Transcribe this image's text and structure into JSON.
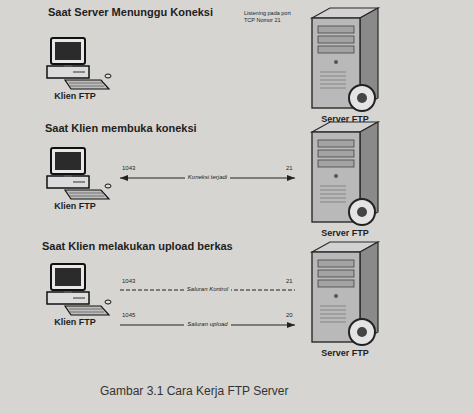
{
  "diagram": {
    "caption": "Gambar 3.1 Cara Kerja FTP Server",
    "nodes": [
      {
        "text": [
          "Klien FTP"
        ]
      },
      {
        "text": [
          "Server FTP"
        ]
      },
      {
        "text": [
          "Klien FTP"
        ]
      },
      {
        "text": [
          "Server FTP"
        ]
      },
      {
        "text": [
          "Klien FTP"
        ]
      },
      {
        "text": [
          "Server FTP"
        ]
      }
    ],
    "edges": [
      {
        "from": 2,
        "to": 3,
        "label": "Koneksi terjadi",
        "arrow": "both"
      },
      {
        "from": 4,
        "to": 5,
        "label": "Saluran Kontrol",
        "arrow": "none"
      },
      {
        "from": 4,
        "to": 5,
        "label": "Saluran upload",
        "arrow": "to"
      }
    ],
    "labels": [
      "Saat Server Menunggu Koneksi",
      "Listening pada port TCP Nomor 21",
      "Saat Klien membuka koneksi",
      "1043",
      "21",
      "Saat Klien melakukan upload berkas",
      "1043",
      "21",
      "1045",
      "20"
    ]
  }
}
